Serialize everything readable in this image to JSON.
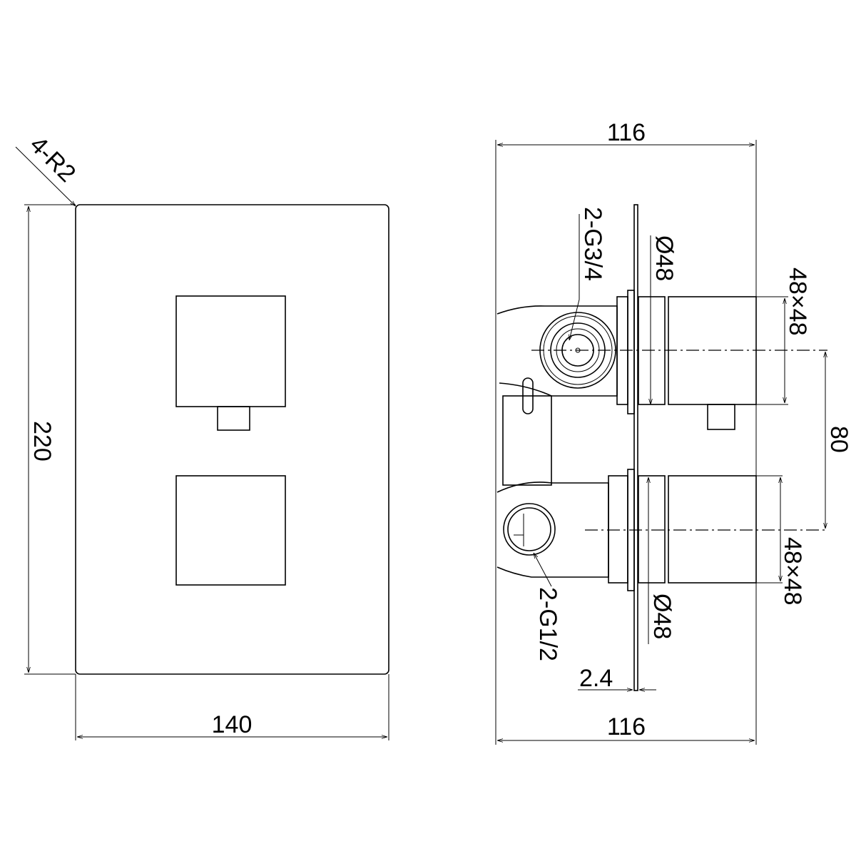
{
  "front_view": {
    "corner_radius_label": "4-R2",
    "height_label": "220",
    "width_label": "140"
  },
  "side_view": {
    "depth_top_label": "116",
    "depth_bottom_label": "116",
    "outlet_label": "2-G3/4",
    "inlet_label": "2-G1/2",
    "upper_ring_label": "Ø48",
    "lower_ring_label": "Ø48",
    "upper_knob_label": "48×48",
    "lower_knob_label": "48×48",
    "spacing_label": "80",
    "plate_thickness_label": "2.4"
  }
}
